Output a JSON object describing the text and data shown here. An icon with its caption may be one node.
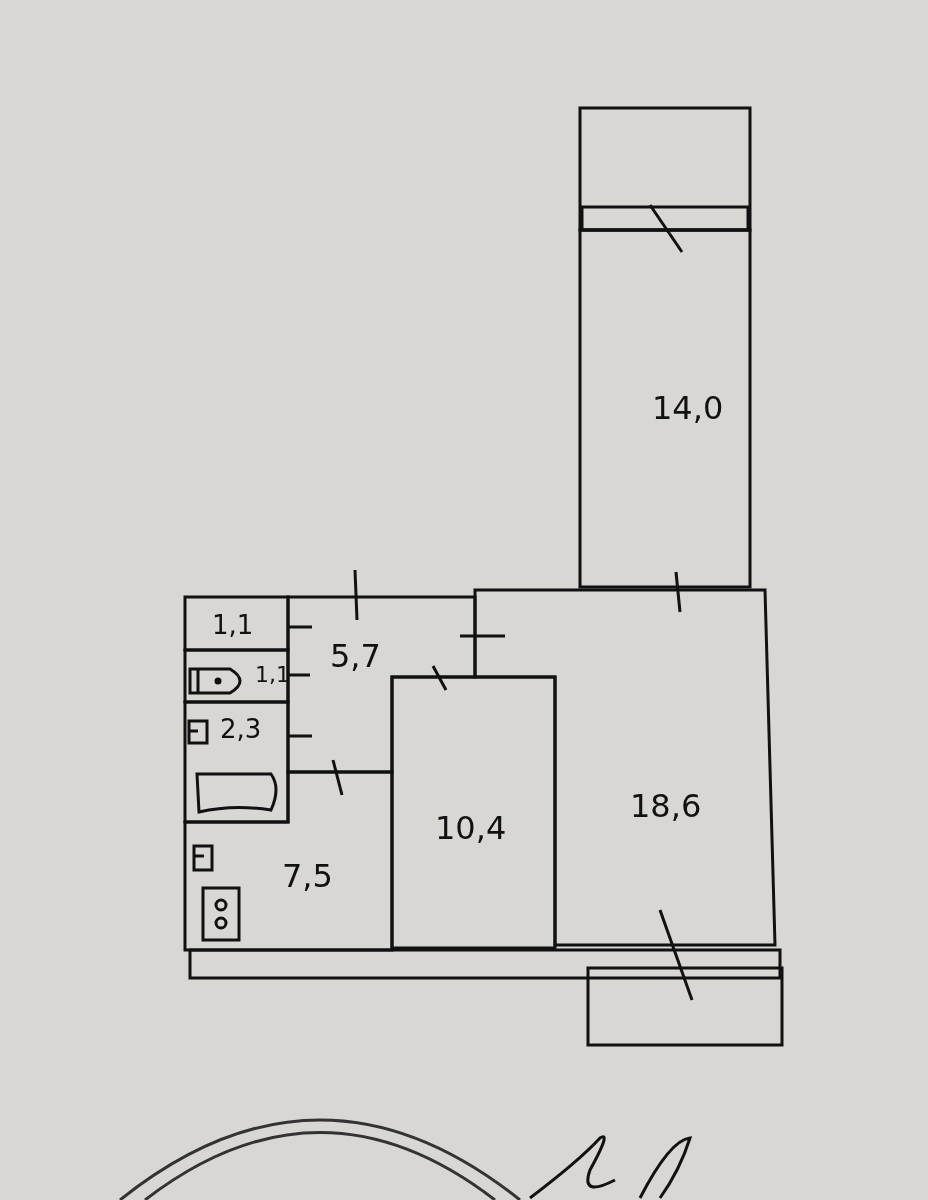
{
  "diagram": {
    "nodes": [
      {
        "text": [],
        "shape": "box"
      },
      {
        "text": [
          "14,0"
        ]
      },
      {
        "text": [
          "1,1"
        ]
      },
      {
        "text": [
          "5,7"
        ]
      },
      {
        "text": [
          "1,1"
        ]
      },
      {
        "text": [
          "2,3"
        ]
      },
      {
        "text": [
          "10,4"
        ]
      },
      {
        "text": [
          "18,6"
        ]
      },
      {
        "text": [
          "7,5"
        ]
      },
      {
        "text": [],
        "shape": "box"
      }
    ],
    "edges": []
  }
}
